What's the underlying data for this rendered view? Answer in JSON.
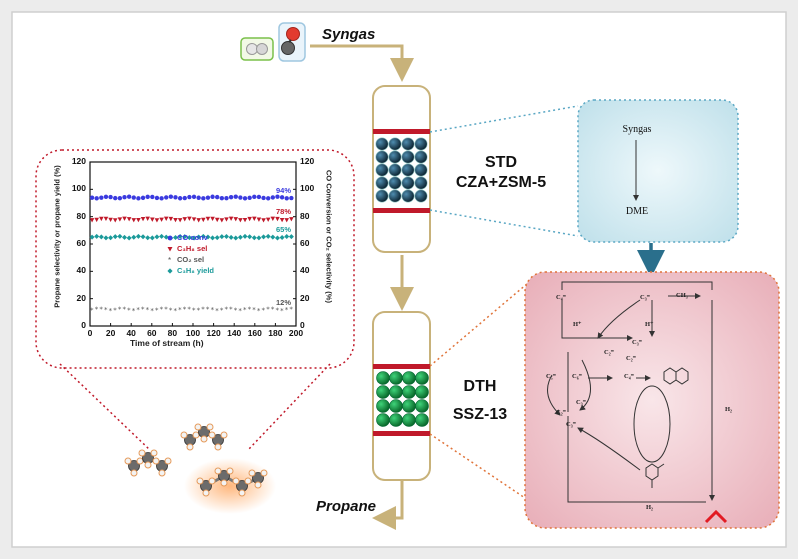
{
  "labels": {
    "syngas": "Syngas",
    "propane": "Propane",
    "std_line1": "STD",
    "std_line2": "CZA+ZSM-5",
    "dth_line1": "DTH",
    "dth_line2": "SSZ-13"
  },
  "dme_box": {
    "top": "Syngas",
    "bottom": "DME"
  },
  "mechanism": {
    "labels": [
      "C₄⁼",
      "C₃⁼",
      "C₂⁼",
      "C₃⁼",
      "C₂⁼",
      "C₅⁼",
      "C₆⁼",
      "C₄⁼",
      "C₃⁼",
      "C₂⁼",
      "C₃⁼",
      "H⁺",
      "H⁺",
      "CH₃",
      "H₂",
      "H₂"
    ]
  },
  "chart_data": {
    "type": "scatter",
    "xlabel": "Time of stream (h)",
    "ylabel_left": "Propane selectivity or propane yield (%)",
    "ylabel_right": "CO Conversion or CO₂ selectivity (%)",
    "xlim": [
      0,
      200
    ],
    "ylim": [
      0,
      120
    ],
    "x_ticks": [
      "0",
      "20",
      "40",
      "60",
      "80",
      "100",
      "120",
      "140",
      "160",
      "180",
      "200"
    ],
    "y_ticks": [
      "0",
      "20",
      "40",
      "60",
      "80",
      "100",
      "120"
    ],
    "series": [
      {
        "name": "CO conv",
        "color": "#3a3adf",
        "marker": "circle",
        "value": 94,
        "end_label": "94%"
      },
      {
        "name": "C₃H₈ sel",
        "color": "#c0192a",
        "marker": "triangle-down",
        "value": 78,
        "end_label": "78%"
      },
      {
        "name": "CO₂ sel",
        "color": "#555555",
        "marker": "star",
        "value": 12,
        "end_label": "12%"
      },
      {
        "name": "C₃H₈ yield",
        "color": "#1b9a9a",
        "marker": "diamond",
        "value": 65,
        "end_label": "65%"
      }
    ]
  },
  "colors": {
    "background": "#ececec",
    "arrow": "#c8b27a",
    "reactor_band": "#c0192a",
    "dotted_pink": "#d23a3a",
    "dme_fill": "#d6ecf2",
    "mech_fill": "#f3d3d8",
    "std_ball": "#1a3f55",
    "dth_ball": "#1a9a4a"
  }
}
